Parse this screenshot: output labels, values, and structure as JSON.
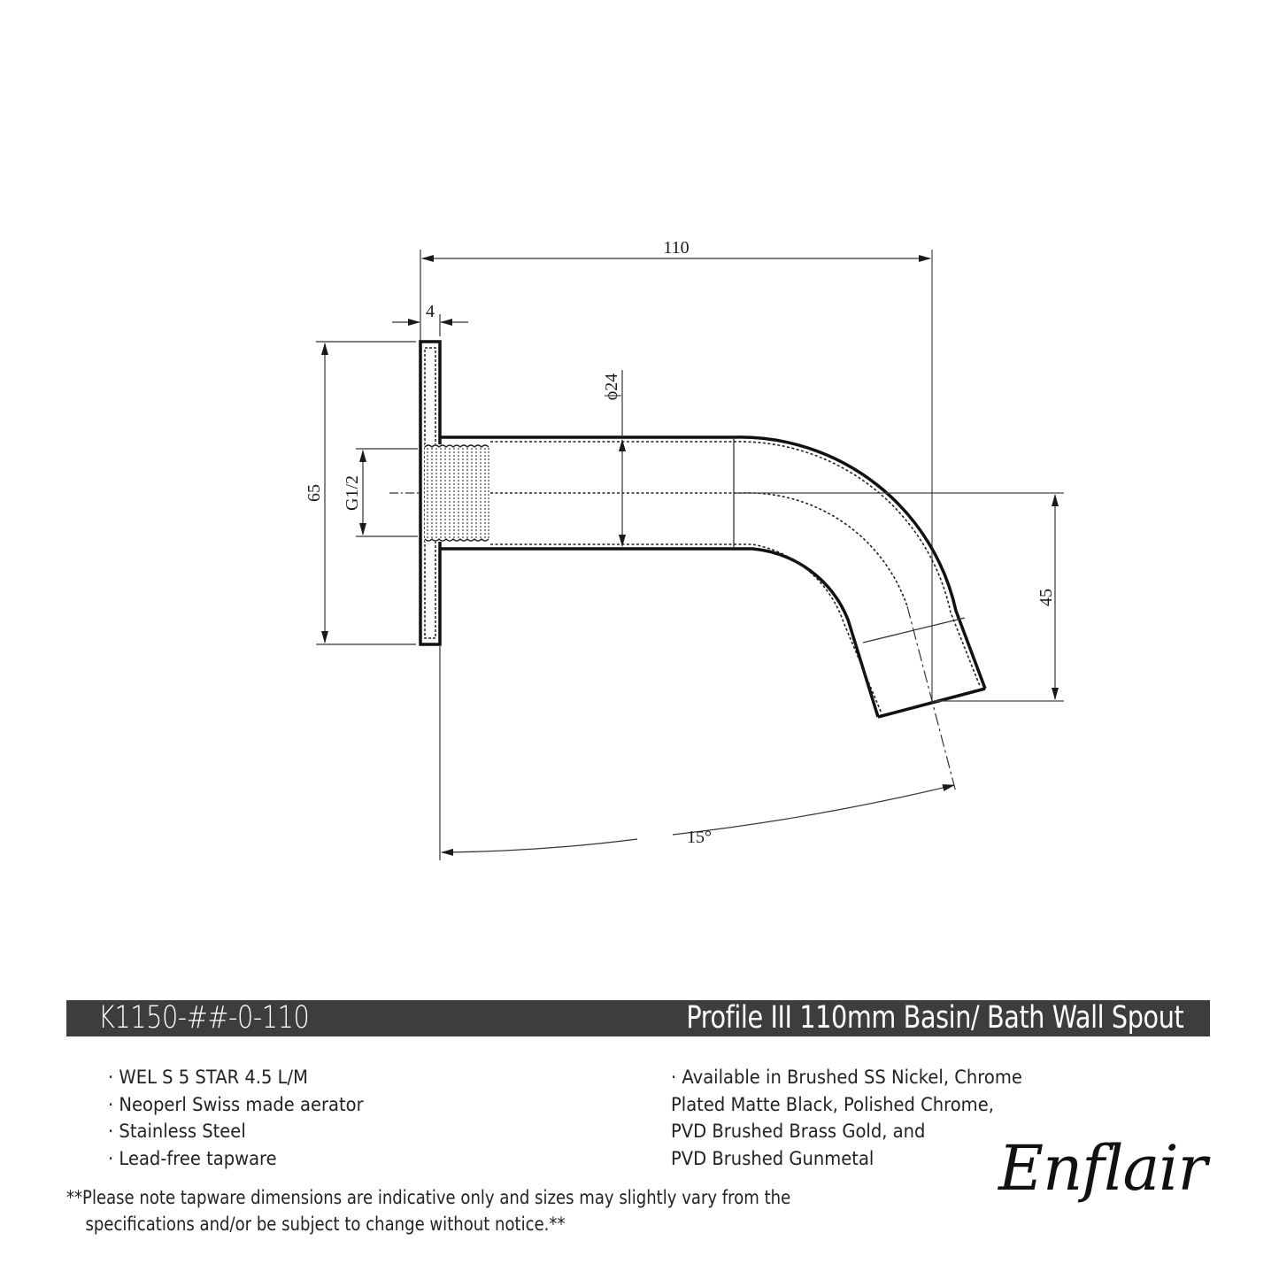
{
  "drawing": {
    "dimensions": {
      "overall_length": "110",
      "backplate_thickness": "4",
      "backplate_height": "65",
      "thread": "G1/2",
      "pipe_diameter": "ϕ24",
      "drop_height": "45",
      "angle": "15°"
    },
    "colors": {
      "line": "#1a1a1a",
      "dim_line": "#444444"
    }
  },
  "title_bar": {
    "model_code": "K1150-##-0-110",
    "product_title": "Profile III 110mm Basin/ Bath Wall Spout",
    "background": "#3d3d3f"
  },
  "features_left": [
    "· WEL S 5 STAR 4.5 L/M",
    "· Neoperl Swiss made aerator",
    "· Stainless Steel",
    "· Lead-free tapware"
  ],
  "features_right": [
    "· Available in Brushed SS Nickel, Chrome",
    "Plated Matte Black, Polished Chrome,",
    "PVD Brushed Brass Gold, and",
    "PVD Brushed Gunmetal"
  ],
  "disclaimer": {
    "line1": "**Please note tapware dimensions are indicative only and sizes may slightly vary from the",
    "line2": "specifications and/or be subject to change without notice.**"
  },
  "brand": {
    "name": "Enflair"
  }
}
